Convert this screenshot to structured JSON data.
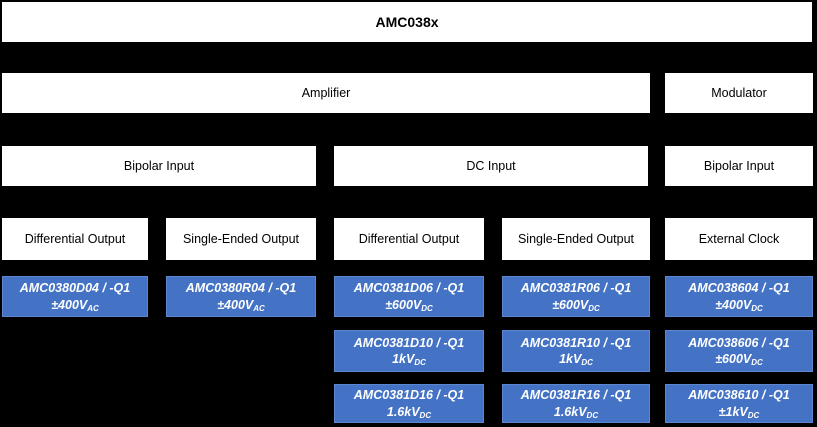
{
  "title": "AMC038x",
  "levels": {
    "function": {
      "amplifier": "Amplifier",
      "modulator": "Modulator"
    },
    "input": {
      "bipolar_left": "Bipolar Input",
      "dc": "DC Input",
      "bipolar_right": "Bipolar Input"
    }
  },
  "columns": [
    {
      "output": "Differential Output",
      "parts": [
        {
          "name": "AMC0380D04 / -Q1",
          "voltage": "±400V",
          "subscript": "AC"
        }
      ]
    },
    {
      "output": "Single-Ended Output",
      "parts": [
        {
          "name": "AMC0380R04 / -Q1",
          "voltage": "±400V",
          "subscript": "AC"
        }
      ]
    },
    {
      "output": "Differential Output",
      "parts": [
        {
          "name": "AMC0381D06 / -Q1",
          "voltage": "±600V",
          "subscript": "DC"
        },
        {
          "name": "AMC0381D10 / -Q1",
          "voltage": "1kV",
          "subscript": "DC"
        },
        {
          "name": "AMC0381D16 / -Q1",
          "voltage": "1.6kV",
          "subscript": "DC"
        }
      ]
    },
    {
      "output": "Single-Ended Output",
      "parts": [
        {
          "name": "AMC0381R06 / -Q1",
          "voltage": "±600V",
          "subscript": "DC"
        },
        {
          "name": "AMC0381R10 / -Q1",
          "voltage": "1kV",
          "subscript": "DC"
        },
        {
          "name": "AMC0381R16 / -Q1",
          "voltage": "1.6kV",
          "subscript": "DC"
        }
      ]
    },
    {
      "output": "External Clock",
      "parts": [
        {
          "name": "AMC038604 / -Q1",
          "voltage": "±400V",
          "subscript": "DC"
        },
        {
          "name": "AMC038606 / -Q1",
          "voltage": "±600V",
          "subscript": "DC"
        },
        {
          "name": "AMC038610 / -Q1",
          "voltage": "±1kV",
          "subscript": "DC"
        }
      ]
    }
  ],
  "colors": {
    "background": "#000000",
    "label_box_fill": "#FFFFFF",
    "part_box_fill": "#4472C4",
    "part_box_border": "#5B87CE",
    "part_text": "#FFFFFF"
  }
}
